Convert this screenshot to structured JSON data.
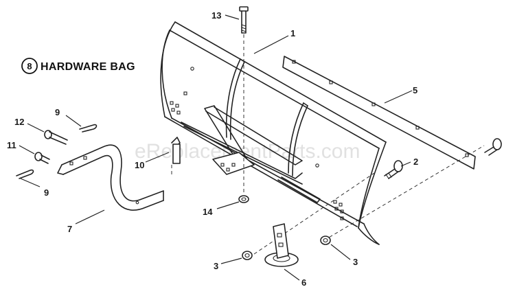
{
  "hardware_bag": {
    "number": "8",
    "label": "HARDWARE BAG"
  },
  "watermark": "eReplacementParts.com",
  "callouts": {
    "c1": "1",
    "c2": "2",
    "c3a": "3",
    "c3b": "3",
    "c5": "5",
    "c6": "6",
    "c7": "7",
    "c9a": "9",
    "c9b": "9",
    "c10": "10",
    "c11": "11",
    "c12": "12",
    "c13": "13",
    "c14": "14"
  }
}
